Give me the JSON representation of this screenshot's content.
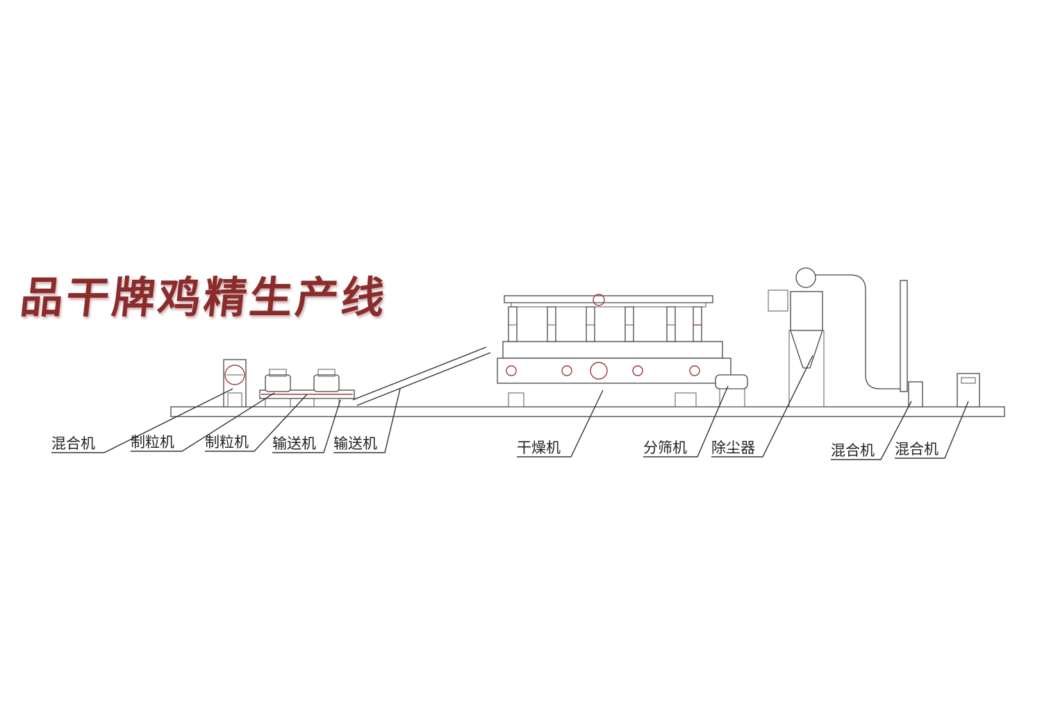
{
  "title": "品干牌鸡精生产线",
  "labels": {
    "mixer_1": "混合机",
    "granulator_1": "制粒机",
    "granulator_2": "制粒机",
    "conveyor_1": "输送机",
    "conveyor_2": "输送机",
    "dryer": "干燥机",
    "sieve": "分筛机",
    "dust_collector": "除尘器",
    "mixer_2": "混合机",
    "mixer_3": "混合机"
  },
  "colors": {
    "title": "#8a2c2c",
    "line": "#333333",
    "accent": "#9a3a3a"
  }
}
